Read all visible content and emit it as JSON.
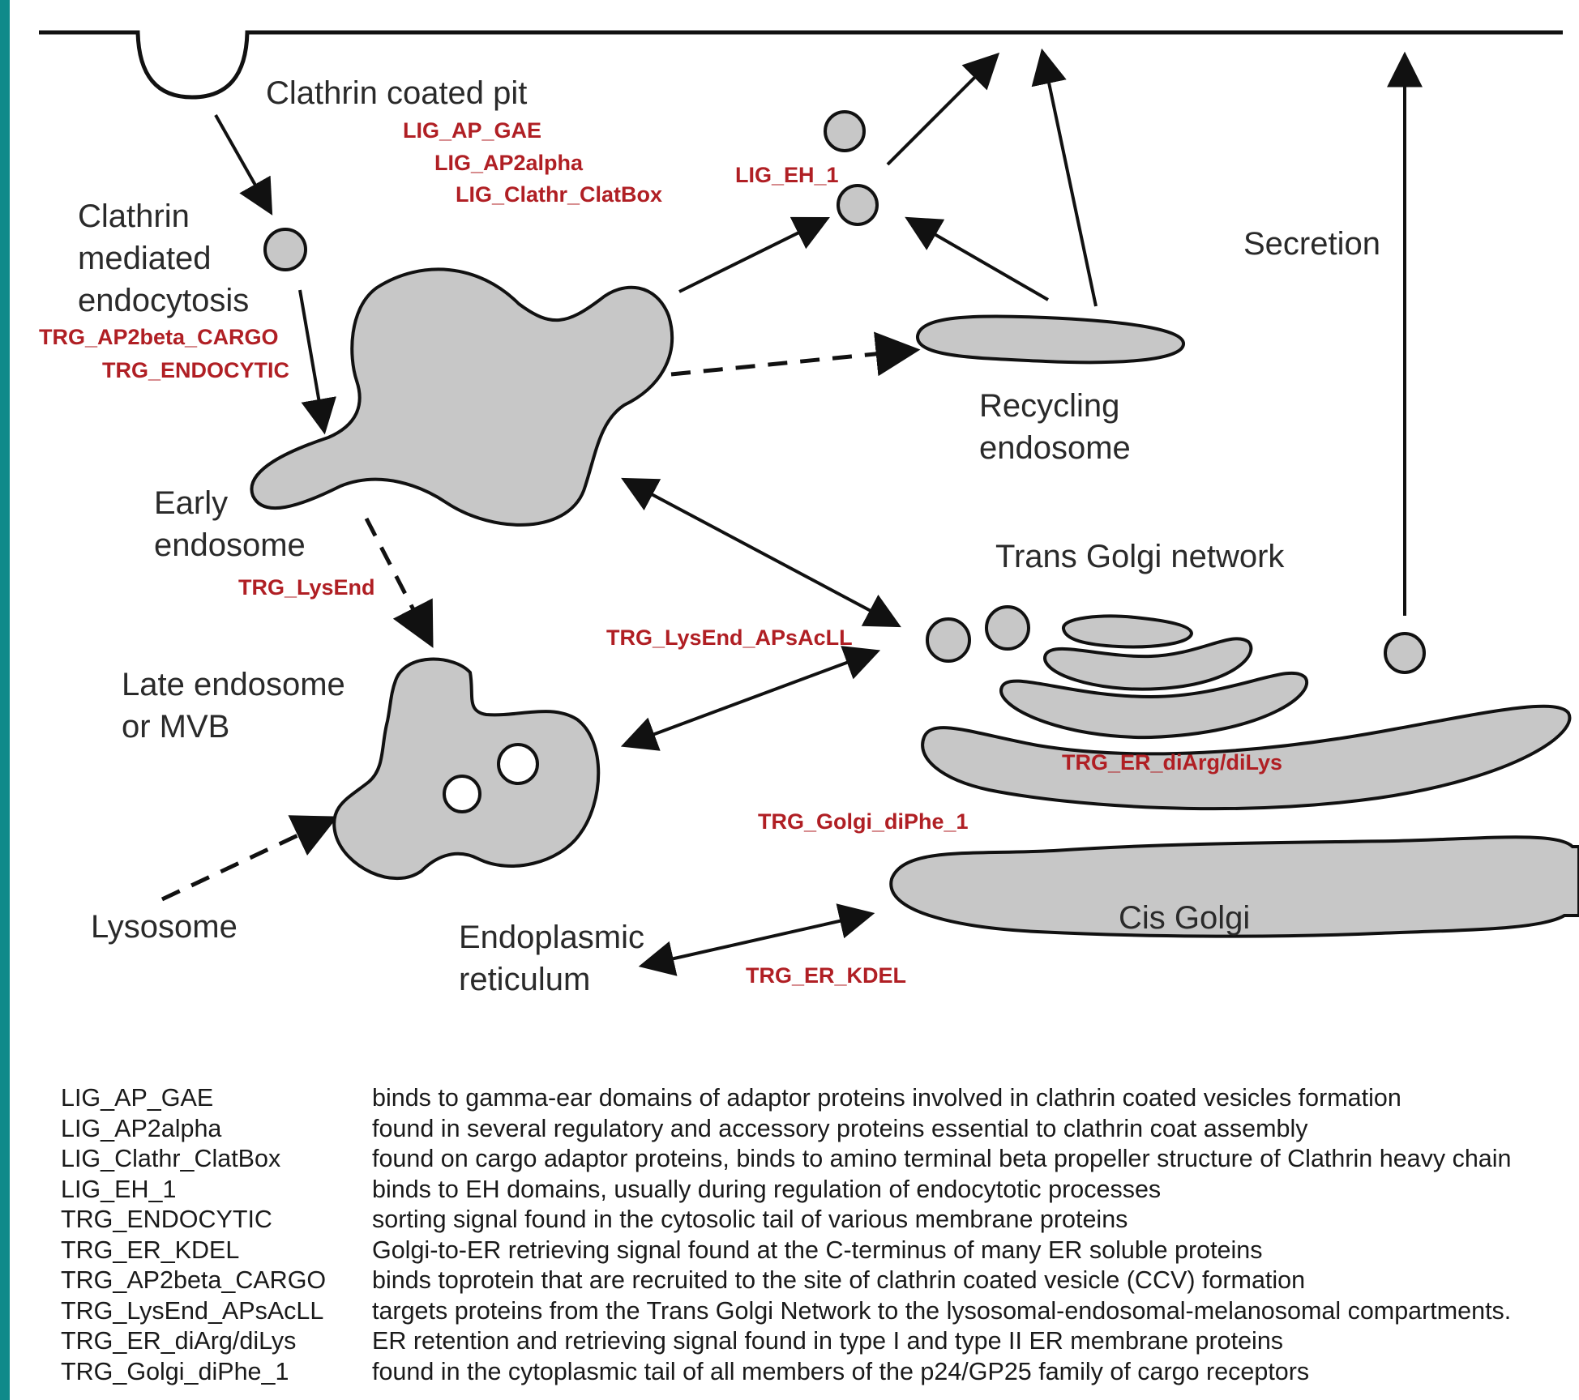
{
  "labels": {
    "clathrin_coated_pit": "Clathrin coated pit",
    "clathrin_mediated_endocytosis": [
      "Clathrin",
      "mediated",
      "endocytosis"
    ],
    "early_endosome": [
      "Early",
      "endosome"
    ],
    "recycling_endosome": [
      "Recycling",
      "endosome"
    ],
    "trans_golgi_network": "Trans Golgi network",
    "secretion": "Secretion",
    "late_endosome": [
      "Late endosome",
      "or MVB"
    ],
    "lysosome": "Lysosome",
    "endoplasmic_reticulum": [
      "Endoplasmic",
      "reticulum"
    ],
    "cis_golgi": "Cis Golgi"
  },
  "motifs": {
    "lig_ap_gae": "LIG_AP_GAE",
    "lig_ap2alpha": "LIG_AP2alpha",
    "lig_clathr_clatbox": "LIG_Clathr_ClatBox",
    "lig_eh_1": "LIG_EH_1",
    "trg_ap2beta_cargo": "TRG_AP2beta_CARGO",
    "trg_endocytic": "TRG_ENDOCYTIC",
    "trg_lysend": "TRG_LysEnd",
    "trg_lysend_apsacll": "TRG_LysEnd_APsAcLL",
    "trg_er_diarg_dilys": "TRG_ER_diArg/diLys",
    "trg_golgi_diphe_1": "TRG_Golgi_diPhe_1",
    "trg_er_kdel": "TRG_ER_KDEL"
  },
  "colors": {
    "motif_red": "#b01f24",
    "organelle_fill": "#c7c7c7",
    "accent_bar": "#0f8a8a"
  },
  "legend": [
    {
      "name": "LIG_AP_GAE",
      "desc": "binds to gamma-ear domains of adaptor proteins involved in clathrin coated vesicles formation"
    },
    {
      "name": "LIG_AP2alpha",
      "desc": "found in several regulatory and accessory proteins essential to clathrin coat assembly"
    },
    {
      "name": "LIG_Clathr_ClatBox",
      "desc": "found on cargo adaptor proteins, binds to amino terminal beta propeller structure of Clathrin heavy chain"
    },
    {
      "name": "LIG_EH_1",
      "desc": "binds to EH domains, usually during regulation of endocytotic processes"
    },
    {
      "name": "TRG_ENDOCYTIC",
      "desc": "sorting signal found in the cytosolic tail of various membrane proteins"
    },
    {
      "name": "TRG_ER_KDEL",
      "desc": "Golgi-to-ER retrieving signal found at the C-terminus of many ER soluble proteins"
    },
    {
      "name": "TRG_AP2beta_CARGO",
      "desc": "binds toprotein that are recruited to the site of clathrin coated vesicle (CCV) formation"
    },
    {
      "name": "TRG_LysEnd_APsAcLL",
      "desc": "targets proteins from the Trans Golgi Network to the lysosomal-endosomal-melanosomal compartments."
    },
    {
      "name": "TRG_ER_diArg/diLys",
      "desc": "ER retention and retrieving signal found in type I and type II ER membrane proteins"
    },
    {
      "name": "TRG_Golgi_diPhe_1",
      "desc": "found in the cytoplasmic tail of all members of the p24/GP25 family of cargo receptors"
    }
  ]
}
